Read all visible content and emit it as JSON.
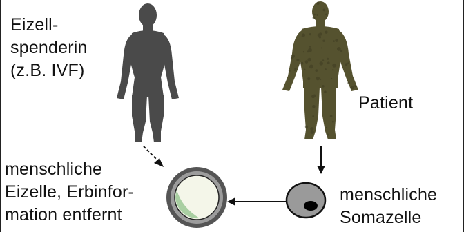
{
  "labels": {
    "donor": "Eizell-\nspenderin\n(z.B. IVF)",
    "patient": "Patient",
    "egg_cell": "menschliche\nEizelle, Erbinfor-\nmation entfernt",
    "somatic_cell": "menschliche\nSomazelle"
  },
  "colors": {
    "donor_figure": "#4a4a4a",
    "patient_figure": "#55522f",
    "patient_figure_dark": "#3e3c22",
    "egg_ring": "#555555",
    "egg_inner": "#f4f6e9",
    "egg_shade": "#a9cfa2",
    "soma_cell": "#9a9a9a",
    "soma_nucleus": "#000000",
    "arrow": "#111111"
  },
  "icons": {
    "donor": "woman-silhouette-icon",
    "patient": "man-silhouette-icon",
    "egg": "enucleated-egg-cell-icon",
    "soma": "somatic-cell-icon"
  }
}
